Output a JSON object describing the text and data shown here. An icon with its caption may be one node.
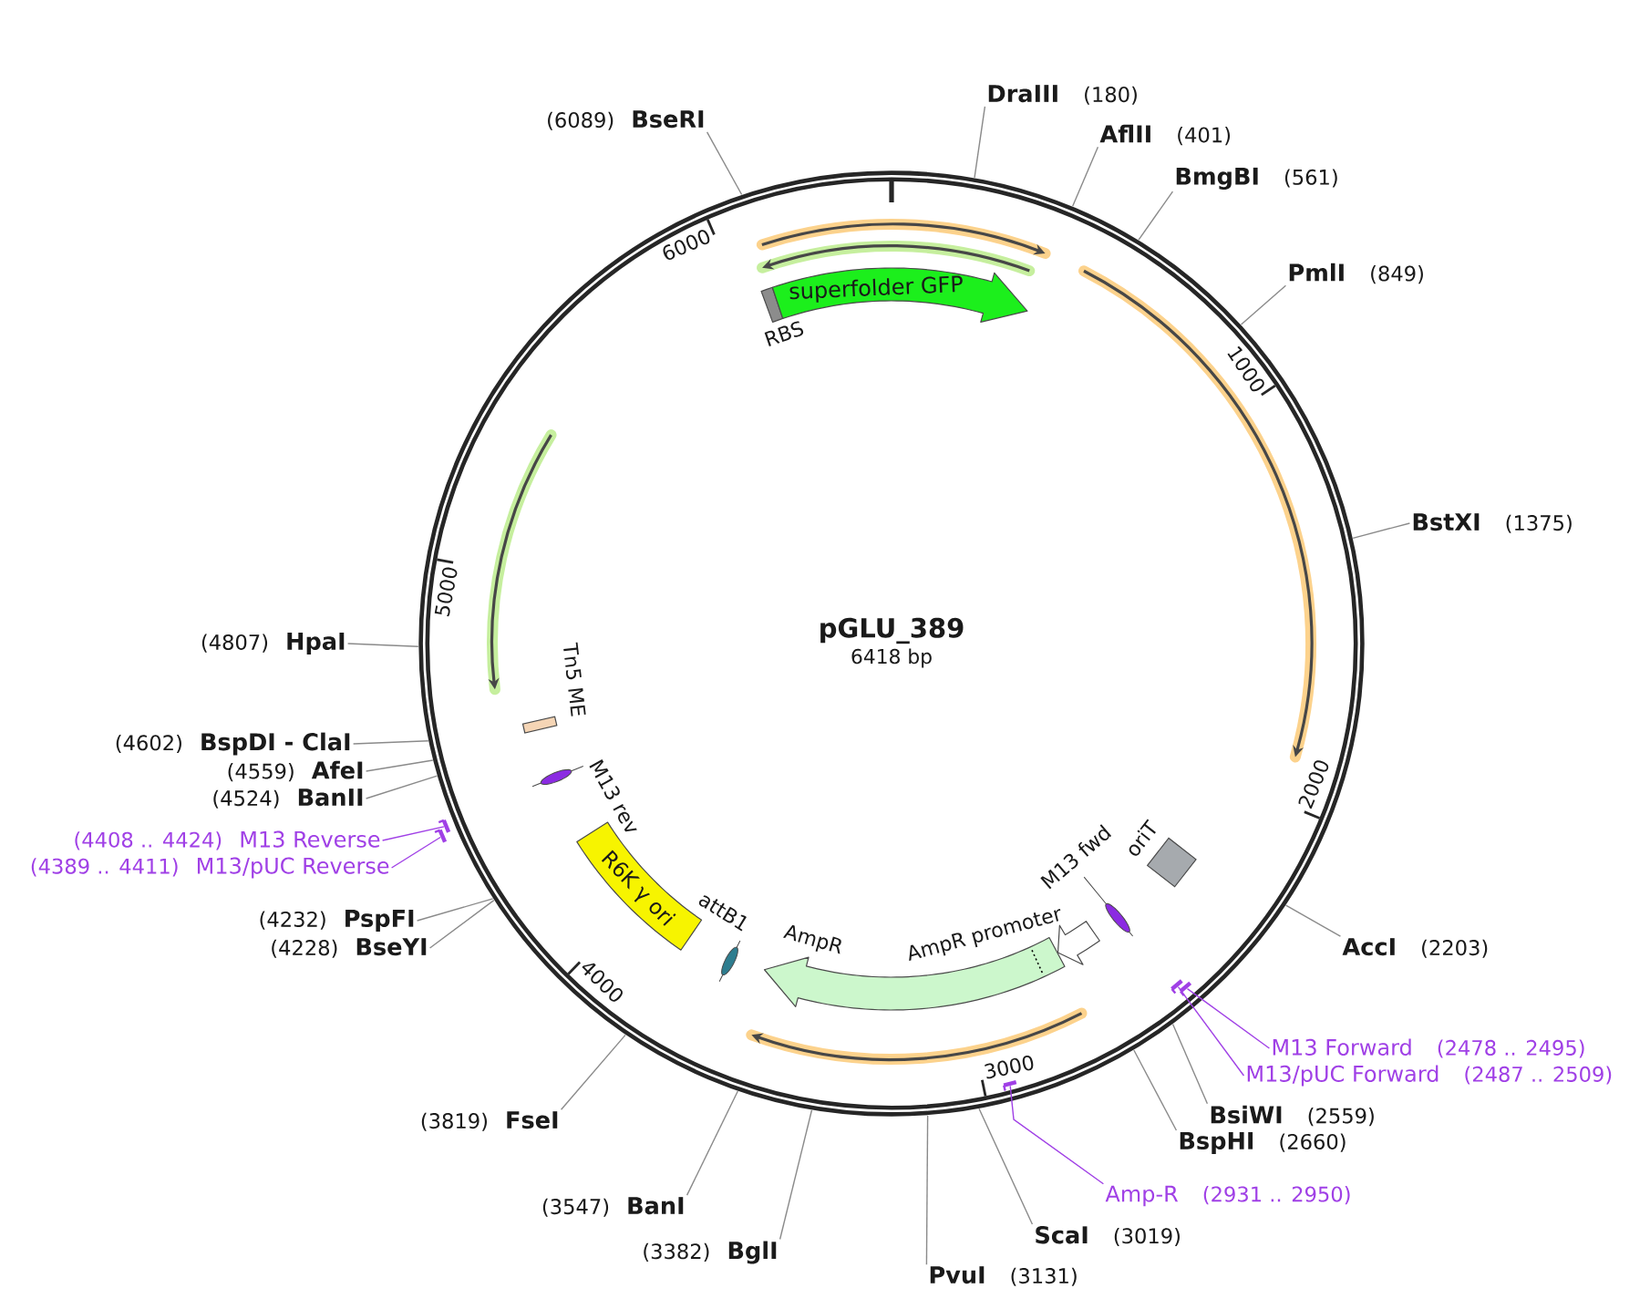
{
  "diagram": {
    "title": "pGLU_389",
    "nodes": [
      {
        "text": [
          "DraIII",
          "(180)"
        ]
      },
      {
        "text": [
          "AflII",
          "(401)"
        ]
      },
      {
        "text": [
          "BmgBI",
          "(561)"
        ]
      },
      {
        "text": [
          "PmlI",
          "(849)"
        ]
      },
      {
        "text": [
          "BstXI",
          "(1375)"
        ]
      },
      {
        "text": [
          "AccI",
          "(2203)"
        ]
      },
      {
        "text": [
          "M13 Forward",
          "(2478 .. 2495)"
        ]
      },
      {
        "text": [
          "M13/pUC Forward",
          "(2487 .. 2509)"
        ]
      },
      {
        "text": [
          "BsiWI",
          "(2559)"
        ]
      },
      {
        "text": [
          "BspHI",
          "(2660)"
        ]
      },
      {
        "text": [
          "Amp-R",
          "(2931 .. 2950)"
        ]
      },
      {
        "text": [
          "ScaI",
          "(3019)"
        ]
      },
      {
        "text": [
          "PvuI",
          "(3131)"
        ]
      },
      {
        "text": [
          "(3382)",
          "BglI"
        ]
      },
      {
        "text": [
          "(3547)",
          "BanI"
        ]
      },
      {
        "text": [
          "(3819)",
          "FseI"
        ]
      },
      {
        "text": [
          "(4228)",
          "BseYI"
        ]
      },
      {
        "text": [
          "(4232)",
          "PspFI"
        ]
      },
      {
        "text": [
          "(4389 .. 4411)",
          "M13/pUC Reverse"
        ]
      },
      {
        "text": [
          "(4408 .. 4424)",
          "M13 Reverse"
        ]
      },
      {
        "text": [
          "(4524)",
          "BanII"
        ]
      },
      {
        "text": [
          "(4559)",
          "AfeI"
        ]
      },
      {
        "text": [
          "(4602)",
          "BspDI - ClaI"
        ]
      },
      {
        "text": [
          "(4807)",
          "HpaI"
        ]
      },
      {
        "text": [
          "(6089)",
          "BseRI"
        ]
      },
      {
        "text": [
          "RBS"
        ]
      },
      {
        "text": [
          "superfolder GFP"
        ]
      },
      {
        "text": [
          "oriT"
        ]
      },
      {
        "text": [
          "M13 fwd"
        ]
      },
      {
        "text": [
          "AmpR promoter"
        ]
      },
      {
        "text": [
          "AmpR"
        ]
      },
      {
        "text": [
          "attB1"
        ]
      },
      {
        "text": [
          "R6K γ ori"
        ]
      },
      {
        "text": [
          "M13 rev"
        ]
      },
      {
        "text": [
          "Tn5 ME"
        ]
      },
      {
        "text": [],
        "shape": "bar"
      },
      {
        "text": [],
        "shape": "bar"
      },
      {
        "text": [],
        "shape": "bar"
      },
      {
        "text": [],
        "shape": "bar"
      },
      {
        "text": [],
        "shape": "bar"
      }
    ],
    "edges": [
      {
        "from": 0,
        "to": null,
        "arrow": "none"
      },
      {
        "from": 1,
        "to": null,
        "arrow": "none"
      },
      {
        "from": 2,
        "to": null,
        "arrow": "none"
      },
      {
        "from": 3,
        "to": null,
        "arrow": "none"
      },
      {
        "from": 4,
        "to": null,
        "arrow": "none"
      },
      {
        "from": 5,
        "to": null,
        "arrow": "none"
      },
      {
        "from": 6,
        "to": 39,
        "arrow": "none",
        "color": "#a040e6"
      },
      {
        "from": 7,
        "to": 38,
        "arrow": "none",
        "color": "#a040e6"
      },
      {
        "from": 8,
        "to": null,
        "arrow": "none"
      },
      {
        "from": 9,
        "to": null,
        "arrow": "none"
      },
      {
        "from": 10,
        "to": 37,
        "arrow": "none",
        "color": "#a040e6"
      },
      {
        "from": 11,
        "to": null,
        "arrow": "none"
      },
      {
        "from": 12,
        "to": null,
        "arrow": "none"
      },
      {
        "from": 13,
        "to": null,
        "arrow": "none"
      },
      {
        "from": 14,
        "to": null,
        "arrow": "none"
      },
      {
        "from": 15,
        "to": null,
        "arrow": "none"
      },
      {
        "from": 16,
        "to": null,
        "arrow": "none"
      },
      {
        "from": 17,
        "to": null,
        "arrow": "none"
      },
      {
        "from": 18,
        "to": 35,
        "arrow": "none",
        "color": "#a040e6"
      },
      {
        "from": 19,
        "to": 36,
        "arrow": "none",
        "color": "#a040e6"
      },
      {
        "from": 20,
        "to": null,
        "arrow": "none"
      },
      {
        "from": 21,
        "to": null,
        "arrow": "none"
      },
      {
        "from": 22,
        "to": null,
        "arrow": "none"
      },
      {
        "from": 23,
        "to": null,
        "arrow": "none"
      },
      {
        "from": 24,
        "to": null,
        "arrow": "none"
      }
    ],
    "labels": [
      "6418 bp",
      "1000",
      "2000",
      "3000",
      "4000",
      "5000",
      "6000"
    ]
  }
}
